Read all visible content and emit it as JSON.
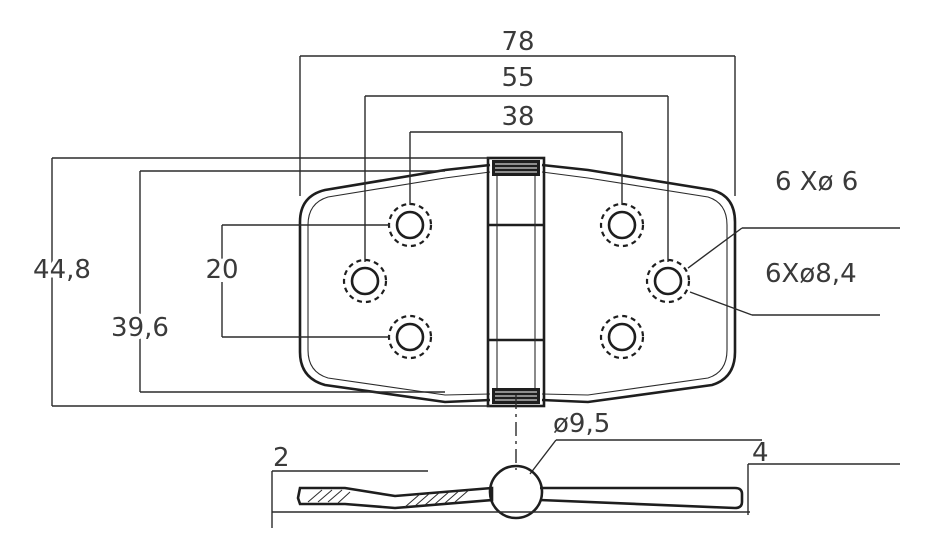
{
  "dimensions": {
    "overall_length": "78",
    "outer_hole_spacing": "55",
    "inner_hole_spacing": "38",
    "overall_width": "44,8",
    "leaf_width": "39,6",
    "hole_pitch": "20",
    "pin_diameter": "ø9,5",
    "leaf_thickness": "2",
    "knuckle_height": "4"
  },
  "hole_callouts": {
    "small_holes": "6 Xø 6",
    "countersink": "6Xø8,4"
  },
  "colors": {
    "line": "#2b2b2b",
    "text": "#3a3a3a",
    "background": "#ffffff"
  }
}
